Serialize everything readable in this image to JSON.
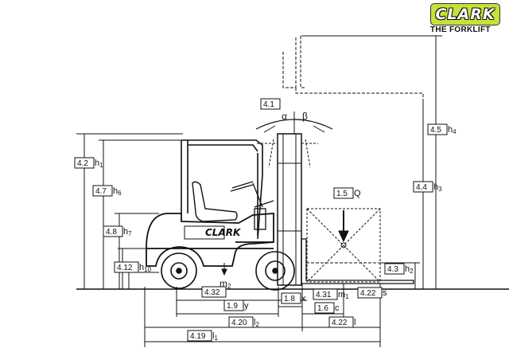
{
  "brand": {
    "logo_text": "CLARK",
    "tagline": "THE FORKLIFT",
    "logo_color": "#c6e23a"
  },
  "body_label": "CLARK",
  "load_arrow_symbol": "↓",
  "dimension_labels": [
    {
      "id": "d-4-1",
      "box": "4.1",
      "sym": ""
    },
    {
      "id": "d-4-2",
      "box": "4.2",
      "sym": "h",
      "sub": "1"
    },
    {
      "id": "d-4-7",
      "box": "4.7",
      "sym": "h",
      "sub": "6"
    },
    {
      "id": "d-4-8",
      "box": "4.8",
      "sym": "h",
      "sub": "7"
    },
    {
      "id": "d-4-12",
      "box": "4.12",
      "sym": "h",
      "sub": "10"
    },
    {
      "id": "d-4-32",
      "box": "4.32",
      "sym": ""
    },
    {
      "id": "d-1-9",
      "box": "1.9",
      "sym": "y"
    },
    {
      "id": "d-1-8",
      "box": "1.8",
      "sym": "x"
    },
    {
      "id": "d-4-31",
      "box": "4.31",
      "sym": "m",
      "sub": "1"
    },
    {
      "id": "d-4-22s",
      "box": "4.22",
      "sym": "s"
    },
    {
      "id": "d-1-6",
      "box": "1.6",
      "sym": "c"
    },
    {
      "id": "d-4-20",
      "box": "4.20",
      "sym": "l",
      "sub": "2"
    },
    {
      "id": "d-4-22l",
      "box": "4.22",
      "sym": "l"
    },
    {
      "id": "d-4-19",
      "box": "4.19",
      "sym": "l",
      "sub": "1"
    },
    {
      "id": "d-1-5",
      "box": "1.5",
      "sym": "Q"
    },
    {
      "id": "d-4-4",
      "box": "4.4",
      "sym": "h",
      "sub": "3"
    },
    {
      "id": "d-4-5",
      "box": "4.5",
      "sym": "h",
      "sub": "4"
    },
    {
      "id": "d-4-3",
      "box": "4.3",
      "sym": "h",
      "sub": "2"
    }
  ],
  "free_labels": [
    {
      "id": "alpha",
      "text": "α"
    },
    {
      "id": "beta",
      "text": "β"
    },
    {
      "id": "m2",
      "text": "m",
      "sub": "2"
    }
  ]
}
